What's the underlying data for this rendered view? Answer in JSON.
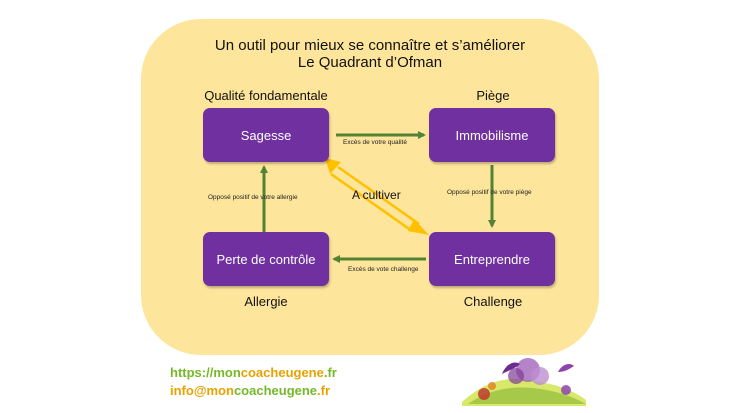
{
  "title": {
    "line1": "Un outil pour mieux se connaître et s’améliorer",
    "line2": "Le Quadrant d’Ofman"
  },
  "quadrants": {
    "top_left": {
      "label": "Qualité fondamentale",
      "box": "Sagesse"
    },
    "top_right": {
      "label": "Piège",
      "box": "Immobilisme"
    },
    "bottom_left": {
      "label": "Allergie",
      "box": "Perte de contrôle"
    },
    "bottom_right": {
      "label": "Challenge",
      "box": "Entreprendre"
    }
  },
  "arrows": {
    "top": "Excès de votre qualité",
    "right": "Opposé positif de votre piège",
    "bottom": "Excès de vote  challenge",
    "left": "Opposé positif de votre allergie",
    "diagonal": "A cultiver"
  },
  "footer": {
    "web_prefix": "https://mon",
    "web_brand": "coacheugene",
    "web_suffix": ".fr",
    "mail_prefix": "info@mon",
    "mail_brand": "coacheugene",
    "mail_suffix": ".fr"
  },
  "colors": {
    "panel": "#fde59b",
    "box": "#7030a0",
    "arrow_green": "#548235",
    "arrow_gold": "#ffc000",
    "link_green": "#76b82a",
    "link_gold": "#e8a200"
  }
}
